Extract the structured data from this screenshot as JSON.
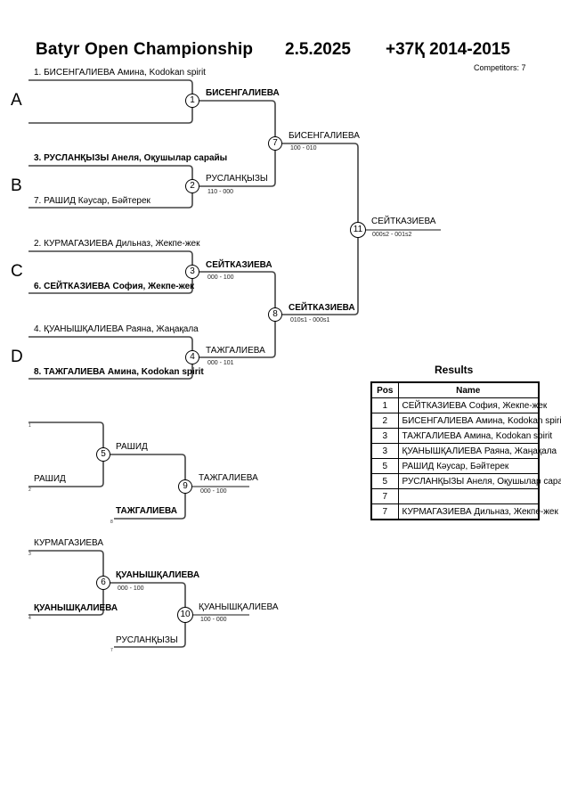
{
  "header": {
    "title": "Batyr Open Championship",
    "date": "2.5.2025",
    "category": "+37Қ 2014-2015",
    "competitors": "Competitors: 7"
  },
  "pools": [
    "A",
    "B",
    "C",
    "D"
  ],
  "entries": {
    "e1": "1. БИСЕНГАЛИЕВА Амина, Kodokan spirit",
    "e3": "3. РУСЛАНҚЫЗЫ Анеля, Оқушылар сарайы",
    "e7": "7. РАШИД Кәусар, Бәйтерек",
    "e2": "2. КУРМАГАЗИЕВА Дильназ, Жекпе-жек",
    "e6": "6. СЕЙТКАЗИЕВА София, Жекпе-жек",
    "e4": "4. ҚУАНЫШҚАЛИЕВА Раяна, Жаңақала",
    "e8": "8. ТАЖГАЛИЕВА Амина, Kodokan spirit"
  },
  "matches": {
    "m1": {
      "no": "1",
      "winner": "БИСЕНГАЛИЕВА",
      "score": ""
    },
    "m2": {
      "no": "2",
      "winner": "РУСЛАНҚЫЗЫ",
      "score": "110 - 000"
    },
    "m3": {
      "no": "3",
      "winner": "СЕЙТКАЗИЕВА",
      "score": "000 - 100"
    },
    "m4": {
      "no": "4",
      "winner": "ТАЖГАЛИЕВА",
      "score": "000 - 101"
    },
    "m7": {
      "no": "7",
      "winner": "БИСЕНГАЛИЕВА",
      "score": "100 - 010"
    },
    "m8": {
      "no": "8",
      "winner": "СЕЙТКАЗИЕВА",
      "score": "010s1 - 000s1"
    },
    "m11": {
      "no": "11",
      "winner": "СЕЙТКАЗИЕВА",
      "score": "000s2 - 001s2"
    }
  },
  "repechage": {
    "m5": {
      "no": "5",
      "top_seed": "1",
      "bottom_seed": "2",
      "bottom_name": "РАШИД",
      "winner": "РАШИД",
      "score": ""
    },
    "m9": {
      "no": "9",
      "bottom_seed": "8",
      "bottom_name": "ТАЖГАЛИЕВА",
      "winner": "ТАЖГАЛИЕВА",
      "score": "000 - 100"
    },
    "m6": {
      "no": "6",
      "top_seed": "3",
      "top_name": "КУРМАГАЗИЕВА",
      "bottom_seed": "4",
      "bottom_name": "ҚУАНЫШҚАЛИЕВА",
      "winner": "ҚУАНЫШҚАЛИЕВА",
      "score": "000 - 100"
    },
    "m10": {
      "no": "10",
      "bottom_seed": "7",
      "bottom_name": "РУСЛАНҚЫЗЫ",
      "winner": "ҚУАНЫШҚАЛИЕВА",
      "score": "100 - 000"
    }
  },
  "results": {
    "title": "Results",
    "headers": [
      "Pos",
      "Name"
    ],
    "rows": [
      {
        "pos": "1",
        "name": "СЕЙТКАЗИЕВА София, Жекпе-жек"
      },
      {
        "pos": "2",
        "name": "БИСЕНГАЛИЕВА Амина, Kodokan spirit"
      },
      {
        "pos": "3",
        "name": "ТАЖГАЛИЕВА Амина, Kodokan spirit"
      },
      {
        "pos": "3",
        "name": "ҚУАНЫШҚАЛИЕВА Раяна, Жаңақала"
      },
      {
        "pos": "5",
        "name": "РАШИД Кәусар, Бәйтерек"
      },
      {
        "pos": "5",
        "name": "РУСЛАНҚЫЗЫ Анеля, Оқушылар сарайы"
      },
      {
        "pos": "7",
        "name": ""
      },
      {
        "pos": "7",
        "name": "КУРМАГАЗИЕВА Дильназ, Жекпе-жек"
      }
    ]
  }
}
